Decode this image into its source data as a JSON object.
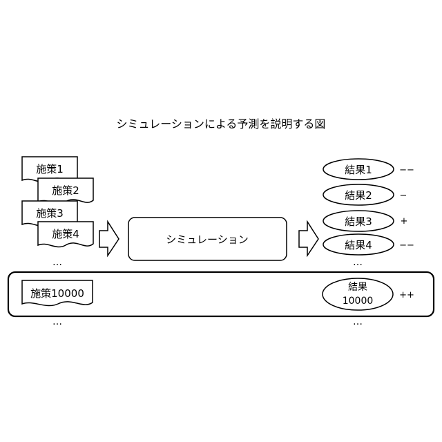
{
  "title": "シミュレーションによる予測を説明する図",
  "measures": [
    {
      "label": "施策1"
    },
    {
      "label": "施策2"
    },
    {
      "label": "施策3"
    },
    {
      "label": "施策4"
    }
  ],
  "highlight_measure": "施策10000",
  "simulation_label": "シミュレーション",
  "results": [
    {
      "label": "結果1",
      "sign": "−−"
    },
    {
      "label": "結果2",
      "sign": "−"
    },
    {
      "label": "結果3",
      "sign": "+"
    },
    {
      "label": "結果4",
      "sign": "−−"
    }
  ],
  "highlight_result": {
    "line1": "結果",
    "line2": "10000",
    "sign": "++"
  },
  "ellipsis": "…"
}
